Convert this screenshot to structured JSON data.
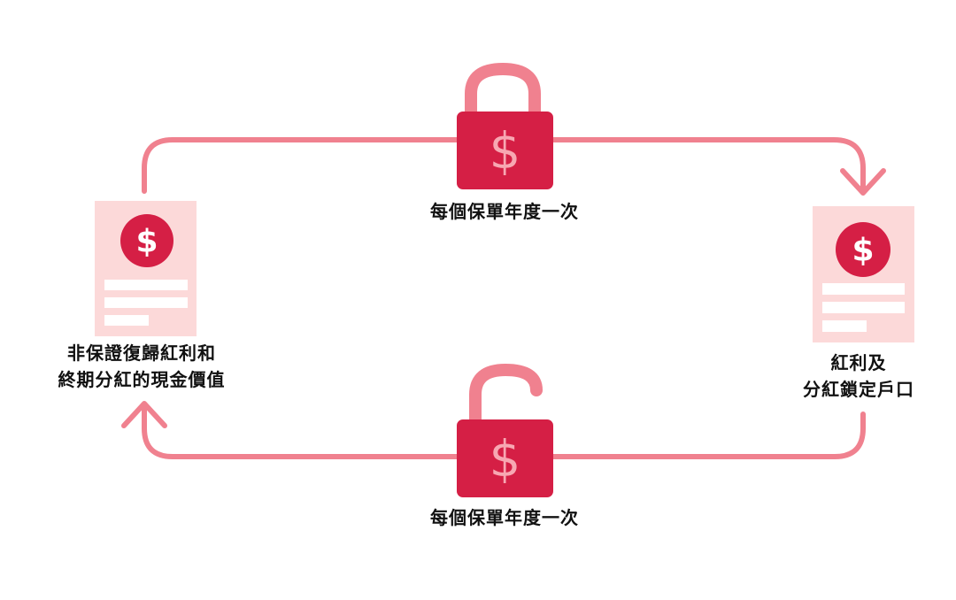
{
  "colors": {
    "accent_red": "#D51F45",
    "light_red": "#F0818F",
    "pale_pink": "#FCD9D9",
    "white": "#FFFFFF",
    "text": "#111111"
  },
  "icons": {
    "top_lock": "closed-lock-dollar-icon",
    "bottom_lock": "open-lock-dollar-icon",
    "left_document": "dollar-document-icon",
    "right_document": "dollar-document-icon"
  },
  "glyphs": {
    "dollar": "$"
  },
  "labels": {
    "top_cycle": "每個保單年度一次",
    "bottom_cycle": "每個保單年度一次",
    "left_doc_line1": "非保證復歸紅利和",
    "left_doc_line2": "終期分紅的現金價值",
    "right_doc_line1": "紅利及",
    "right_doc_line2": "分紅鎖定戶口"
  }
}
